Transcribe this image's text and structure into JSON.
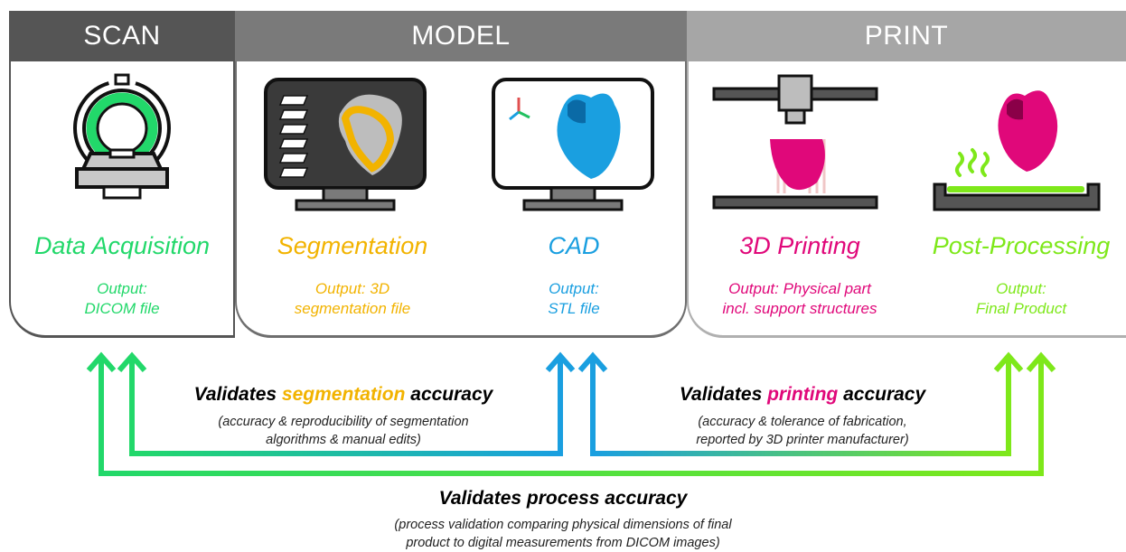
{
  "stages": {
    "scan": "SCAN",
    "model": "MODEL",
    "print": "PRINT"
  },
  "steps": {
    "acquisition": {
      "title": "Data Acquisition",
      "output_line1": "Output:",
      "output_line2": "DICOM file"
    },
    "segmentation": {
      "title": "Segmentation",
      "output_line1": "Output: 3D",
      "output_line2": "segmentation file"
    },
    "cad": {
      "title": "CAD",
      "output_line1": "Output:",
      "output_line2": "STL file"
    },
    "printing": {
      "title": "3D Printing",
      "output_line1": "Output: Physical part",
      "output_line2": "incl. support structures"
    },
    "post": {
      "title": "Post-Processing",
      "output_line1": "Output:",
      "output_line2": "Final Product"
    }
  },
  "validations": {
    "segmentation": {
      "pre": "Validates ",
      "keyword": "segmentation",
      "post": " accuracy",
      "note_line1": "(accuracy & reproducibility of segmentation",
      "note_line2": "algorithms & manual edits)"
    },
    "printing": {
      "pre": "Validates ",
      "keyword": "printing",
      "post": " accuracy",
      "note_line1": "(accuracy & tolerance of fabrication,",
      "note_line2": "reported by 3D printer manufacturer)"
    },
    "process": {
      "title": "Validates process accuracy",
      "note_line1": "(process validation comparing physical dimensions of final",
      "note_line2": "product to digital measurements from DICOM images)"
    }
  },
  "colors": {
    "scan_header": "#555555",
    "model_header": "#7a7a7a",
    "print_header": "#a6a6a6",
    "green": "#22d86a",
    "orange": "#f2b300",
    "blue": "#1a9fe0",
    "magenta": "#e0087a",
    "lime": "#7ee81a"
  },
  "icons": {
    "scanner": "ct-scanner-icon",
    "segmentation_monitor": "segmentation-monitor-icon",
    "cad_monitor": "cad-monitor-icon",
    "printer": "3d-printer-icon",
    "post": "post-processing-icon"
  }
}
